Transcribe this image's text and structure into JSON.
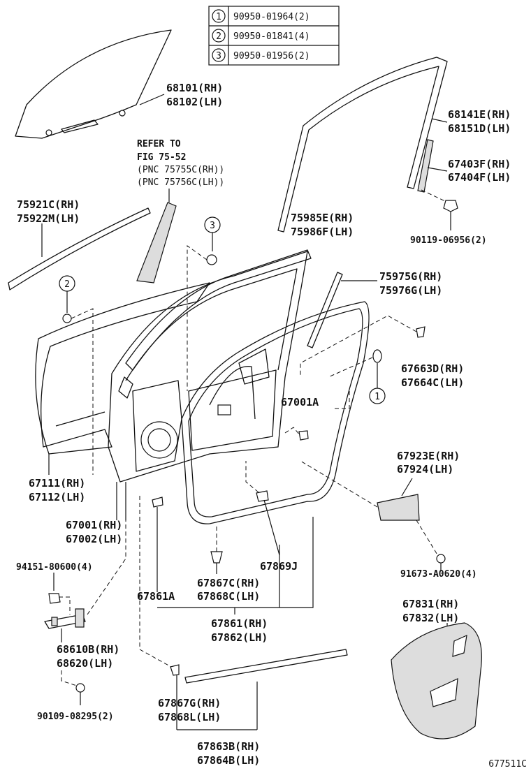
{
  "legend": [
    {
      "num": "1",
      "part": "90950-01964(2)"
    },
    {
      "num": "2",
      "part": "90950-01841(4)"
    },
    {
      "num": "3",
      "part": "90950-01956(2)"
    }
  ],
  "labels": {
    "glass_rh": "68101(RH)",
    "glass_lh": "68102(LH)",
    "refer_to": "REFER TO",
    "fig": "FIG 75-52",
    "pnc_rh": "(PNC 75755C(RH))",
    "pnc_lh": "(PNC 75756C(LH))",
    "belt_out_rh": "75921C(RH)",
    "belt_out_lh": "75922M(LH)",
    "run_rh": "68141E(RH)",
    "run_lh": "68151D(LH)",
    "div_rh": "67403F(RH)",
    "div_lh": "67404F(LH)",
    "bolt_div": "90119-06956(2)",
    "frame_mold_rh": "75985E(RH)",
    "frame_mold_lh": "75986F(LH)",
    "belt_in_rh": "75975G(RH)",
    "belt_in_lh": "75976G(LH)",
    "clip_rh": "67663D(RH)",
    "clip_lh": "67664C(LH)",
    "door_assy": "67001A",
    "stop_rh": "67923E(RH)",
    "stop_lh": "67924(LH)",
    "stop_screw": "91673-A0620(4)",
    "outer_rh": "67111(RH)",
    "outer_lh": "67112(LH)",
    "door_rh": "67001(RH)",
    "door_lh": "67002(LH)",
    "bolt_hinge": "94151-80600(4)",
    "check_rh": "68610B(RH)",
    "check_lh": "68620(LH)",
    "bolt_check": "90109-08295(2)",
    "ws_clip": "67869J",
    "ws_clip_c_rh": "67867C(RH)",
    "ws_clip_c_lh": "67868C(LH)",
    "ws_a": "67861A",
    "ws_rh": "67861(RH)",
    "ws_lh": "67862(LH)",
    "cover_rh": "67831(RH)",
    "cover_lh": "67832(LH)",
    "ws_clip_g_rh": "67867G(RH)",
    "ws_clip_g_lh": "67868L(LH)",
    "ws_lower_rh": "67863B(RH)",
    "ws_lower_lh": "67864B(LH)",
    "fig_code": "677511C"
  }
}
